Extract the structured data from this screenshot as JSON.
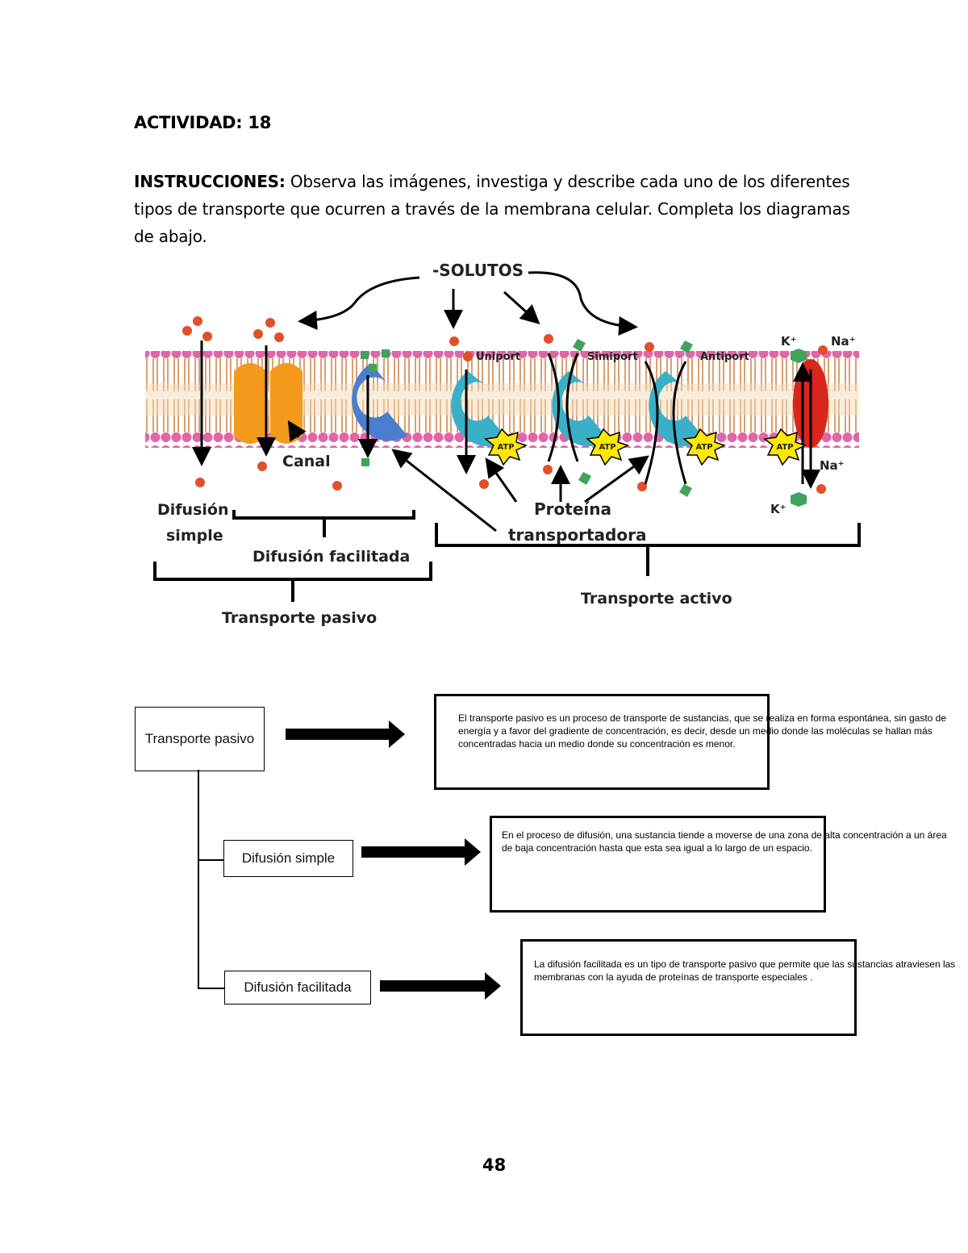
{
  "header": {
    "activity": "ACTIVIDAD: 18",
    "instructions_label": "INSTRUCCIONES:",
    "instructions_text": " Observa las imágenes, investiga y describe cada uno de los diferentes tipos de transporte que ocurren a través de la membrana celular. Completa los diagramas de abajo."
  },
  "figure": {
    "solutos": "-SOLUTOS",
    "uniport": "Uniport",
    "simiport": "Simiport",
    "antiport": "Antiport",
    "k_top": "K⁺",
    "na_top": "Na⁺",
    "na_bottom": "Na⁺",
    "k_bottom": "K⁺",
    "canal": "Canal",
    "atp": "ATP",
    "difusion_simple_1": "Difusión",
    "difusion_simple_2": "simple",
    "difusion_facilitada": "Difusión facilitada",
    "proteina_1": "Proteína",
    "proteina_2": "transportadora",
    "transporte_pasivo": "Transporte pasivo",
    "transporte_activo": "Transporte activo"
  },
  "diagram": {
    "passive_box": "Transporte pasivo",
    "simple_box": "Difusión simple",
    "facilitated_box": "Difusión facilitada",
    "passive_desc": "El transporte pasivo es un proceso de transporte de sustancias, que se realiza en forma espontánea, sin gasto de energía y a favor del gradiente de concentración, es decir, desde un medio donde las moléculas se hallan más concentradas hacia un medio donde su concentración es menor.",
    "simple_desc": "En el proceso de difusión, una sustancia tiende a moverse de una zona de alta concentración a un área de baja concentración hasta que esta sea igual a lo largo de un espacio.",
    "facilitated_desc": "La difusión facilitada es un tipo de transporte pasivo que permite que las sustancias atraviesen las membranas con la ayuda de proteínas de transporte especiales ."
  },
  "footer": {
    "page_number": "48"
  }
}
